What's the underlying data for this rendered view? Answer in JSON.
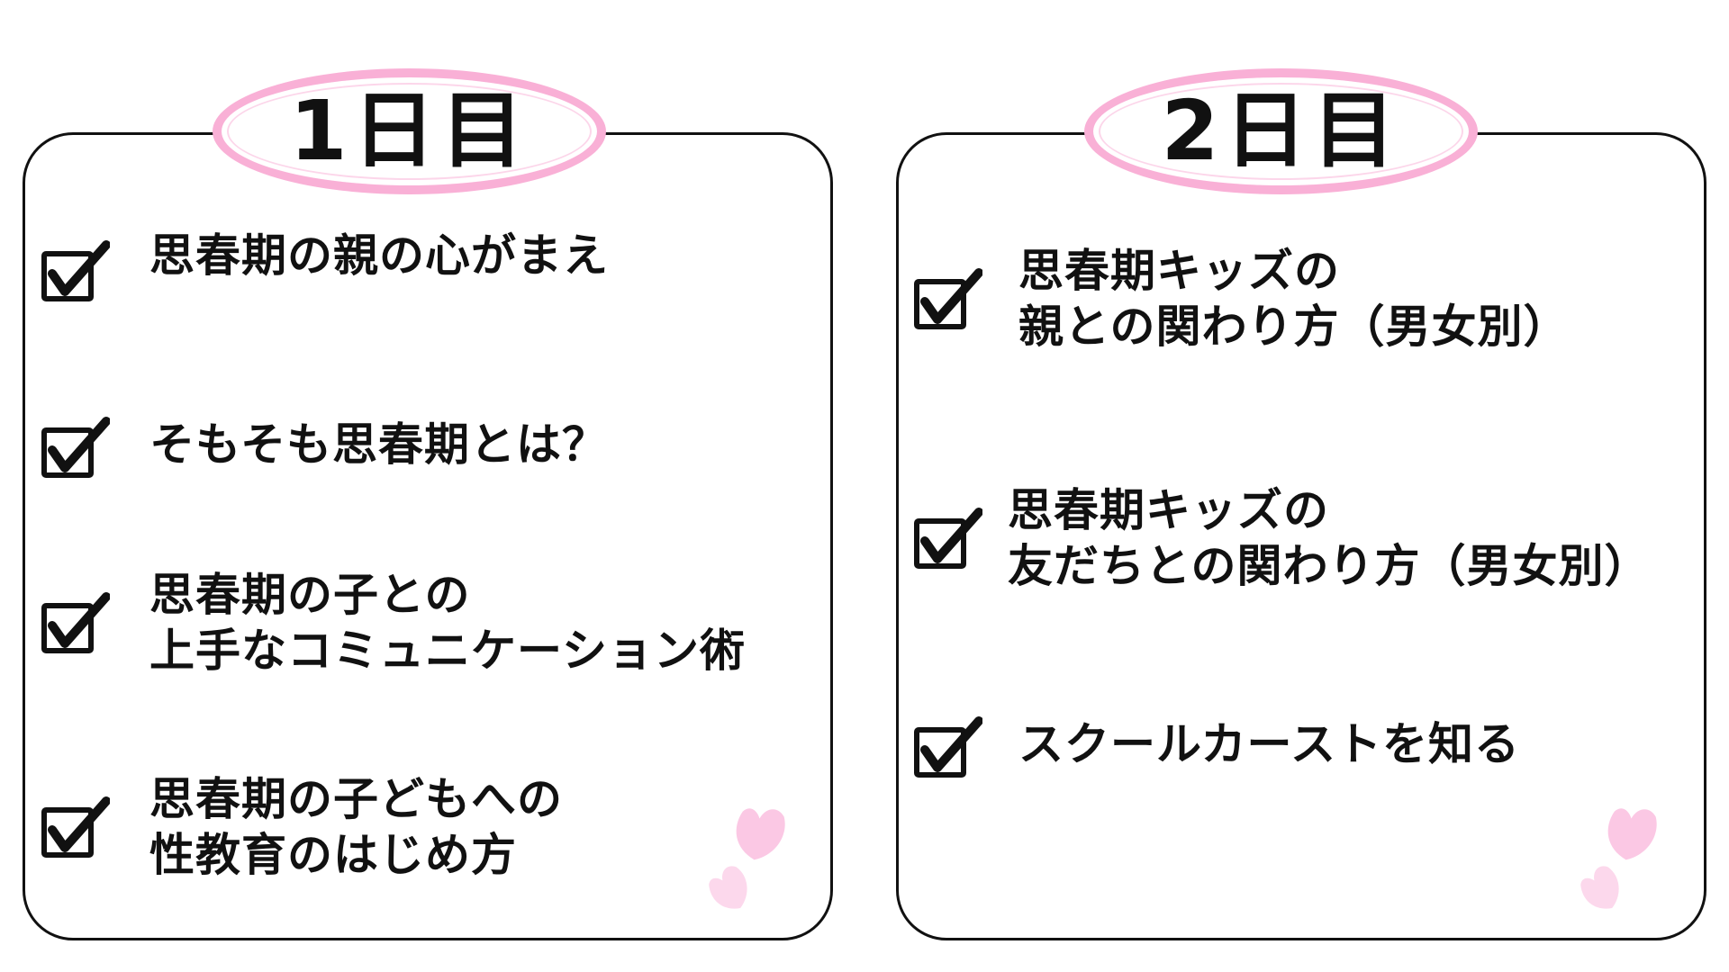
{
  "day1": {
    "title": "1日目",
    "items": [
      {
        "lines": [
          "思春期の親の心がまえ"
        ]
      },
      {
        "lines": [
          "そもそも思春期とは？"
        ]
      },
      {
        "lines": [
          "思春期の子との",
          "上手なコミュニケーション術"
        ]
      },
      {
        "lines": [
          "思春期の子どもへの",
          "性教育のはじめ方"
        ]
      }
    ]
  },
  "day2": {
    "title": "2日目",
    "items": [
      {
        "lines": [
          "思春期キッズの",
          "親との関わり方（男女別）"
        ]
      },
      {
        "lines": [
          "思春期キッズの",
          "友だちとの関わり方（男女別）"
        ]
      },
      {
        "lines": [
          "スクールカーストを知る"
        ]
      }
    ]
  },
  "colors": {
    "accent_pink": "#f9b0d6",
    "petal_pink": "#fbc8e4",
    "border": "#111111"
  },
  "icons": {
    "check": "checkbox-checked-icon",
    "petal": "sakura-petal-icon"
  }
}
